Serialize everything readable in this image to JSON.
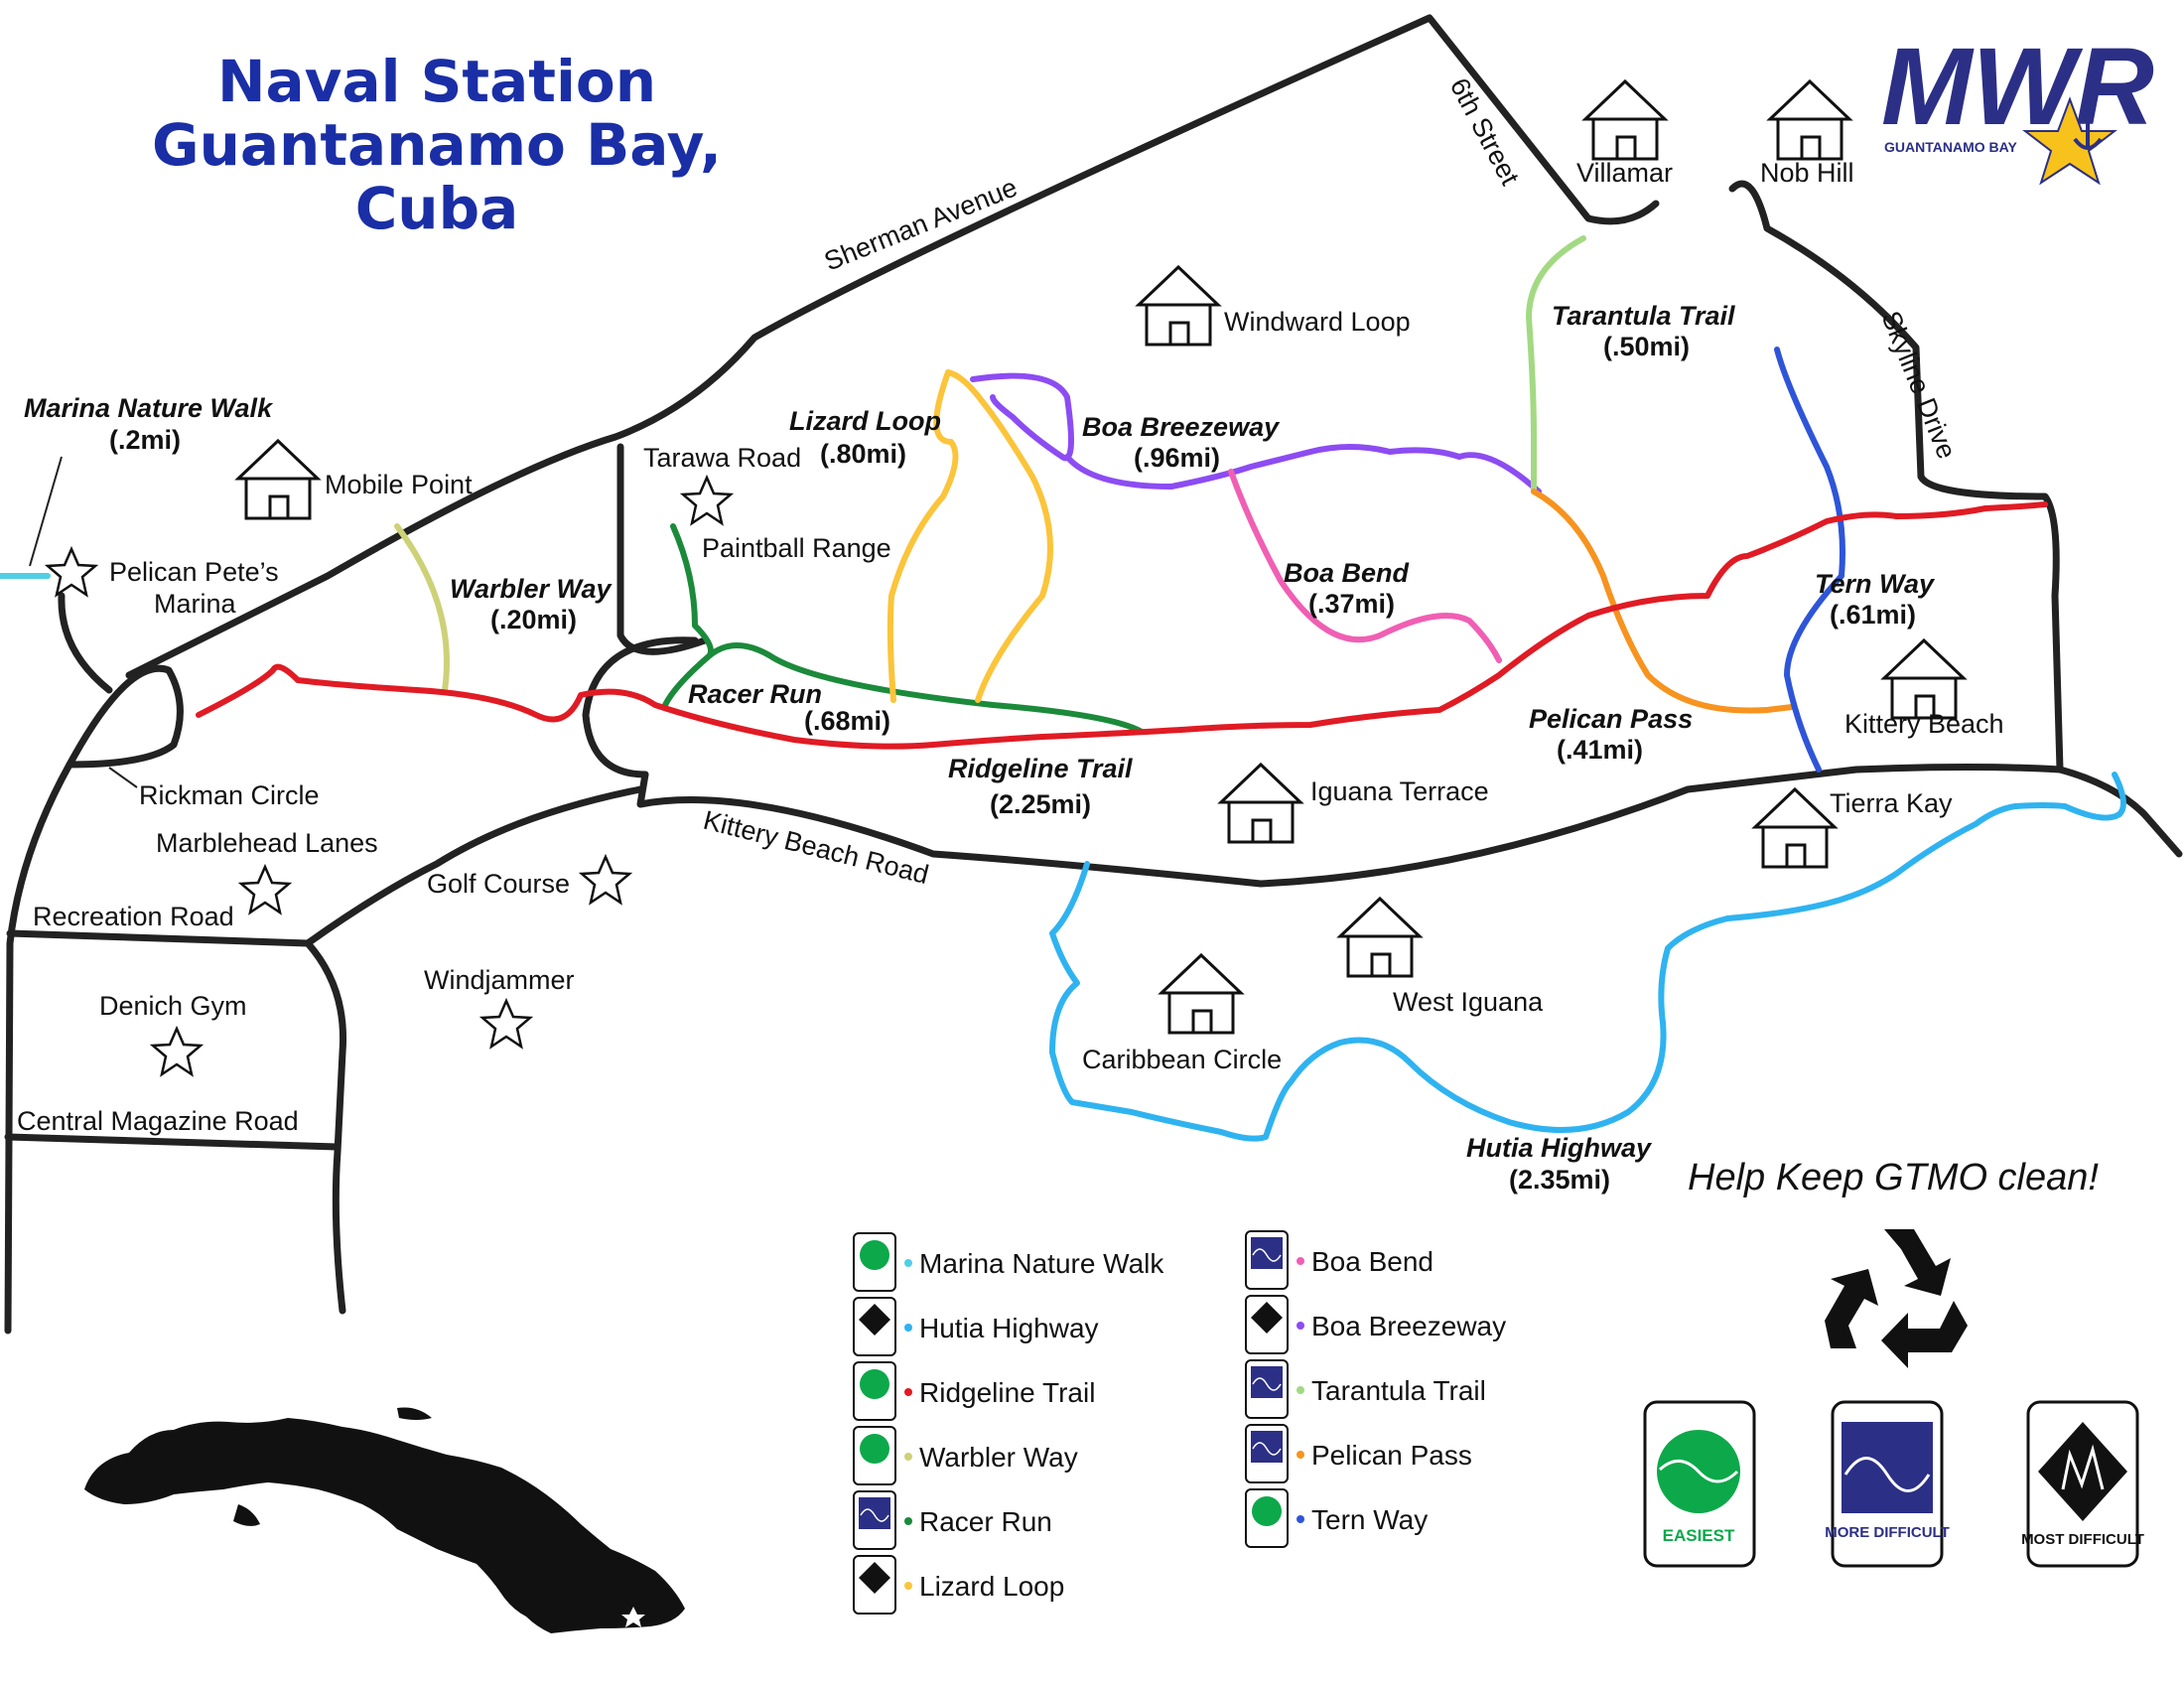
{
  "header": {
    "title_line1": "Naval Station",
    "title_line2": "Guantanamo Bay, Cuba"
  },
  "logo": {
    "text": "MWR",
    "subtitle": "GUANTANAMO BAY",
    "colors": {
      "main": "#2b2f86",
      "star": "#f7c21c"
    }
  },
  "roads": {
    "sherman_avenue": "Sherman Avenue",
    "sixth_street": "6th Street",
    "skyline_drive": "Skyline Drive",
    "tarawa_road": "Tarawa Road",
    "kittery_beach_road": "Kittery Beach Road",
    "rickman_circle": "Rickman Circle",
    "recreation_road": "Recreation Road",
    "central_magazine_road": "Central Magazine Road"
  },
  "housing": {
    "villamar": "Villamar",
    "nob_hill": "Nob Hill",
    "windward_loop": "Windward Loop",
    "mobile_point": "Mobile Point",
    "kittery_beach": "Kittery Beach",
    "iguana_terrace": "Iguana Terrace",
    "tierra_kay": "Tierra Kay",
    "west_iguana": "West Iguana",
    "caribbean_circle": "Caribbean Circle"
  },
  "places": {
    "pelican_petes_line1": "Pelican Pete’s",
    "pelican_petes_line2": "Marina",
    "paintball_range": "Paintball Range",
    "marblehead_lanes": "Marblehead Lanes",
    "golf_course": "Golf Course",
    "windjammer": "Windjammer",
    "denich_gym": "Denich Gym"
  },
  "trails": [
    {
      "key": "marina",
      "name": "Marina Nature Walk",
      "length": "(.2mi)",
      "color": "#4fcfe6",
      "difficulty": "easiest"
    },
    {
      "key": "hutia",
      "name": "Hutia Highway",
      "length": "(2.35mi)",
      "color": "#2fb3f0",
      "difficulty": "most"
    },
    {
      "key": "ridgeline",
      "name": "Ridgeline Trail",
      "length": "(2.25mi)",
      "color": "#e01b24",
      "difficulty": "easiest"
    },
    {
      "key": "warbler",
      "name": "Warbler Way",
      "length": "(.20mi)",
      "color": "#cdd177",
      "difficulty": "easiest"
    },
    {
      "key": "racer",
      "name": "Racer Run",
      "length": "(.68mi)",
      "color": "#1b8a3a",
      "difficulty": "more"
    },
    {
      "key": "lizard",
      "name": "Lizard Loop",
      "length": "(.80mi)",
      "color": "#fbc43a",
      "difficulty": "most"
    },
    {
      "key": "boabend",
      "name": "Boa Bend",
      "length": "(.37mi)",
      "color": "#f05fb3",
      "difficulty": "more"
    },
    {
      "key": "boabreeze",
      "name": "Boa Breezeway",
      "length": "(.96mi)",
      "color": "#8c4cf2",
      "difficulty": "most"
    },
    {
      "key": "tarantula",
      "name": "Tarantula Trail",
      "length": "(.50mi)",
      "color": "#a3d982",
      "difficulty": "more"
    },
    {
      "key": "pelican",
      "name": "Pelican Pass",
      "length": "(.41mi)",
      "color": "#f7931e",
      "difficulty": "more"
    },
    {
      "key": "tern",
      "name": "Tern Way",
      "length": "(.61mi)",
      "color": "#2e55d8",
      "difficulty": "easiest"
    }
  ],
  "difficulty_legend": {
    "easiest": "EASIEST",
    "more": "MORE DIFFICULT",
    "most": "MOST DIFFICULT",
    "colors": {
      "easiest": "#0ca84a",
      "more": "#2b2f86",
      "most": "#111111"
    }
  },
  "help": {
    "text": "Help Keep GTMO clean!",
    "icon": "recycle-icon"
  },
  "inset": {
    "icon": "cuba-map-icon"
  }
}
